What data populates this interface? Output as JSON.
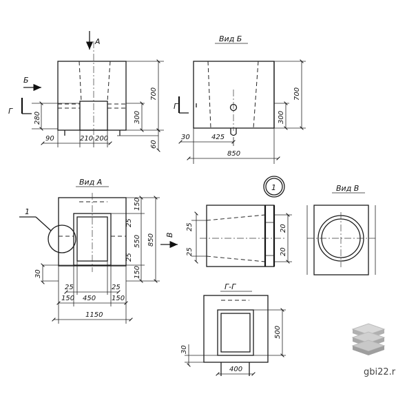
{
  "views": {
    "view_b_title": "Вид Б",
    "view_a_title": "Вид А",
    "view_v_title": "Вид В",
    "section_title": "Г-Г",
    "detail_marker": "1"
  },
  "arrows": {
    "a": "А",
    "b": "Б",
    "v": "В",
    "g_left": "Г",
    "g_right": "Г",
    "callout": "1"
  },
  "dims": {
    "top_left": {
      "d90": "90",
      "d210": "210",
      "d200": "200",
      "d280": "280",
      "d700": "700",
      "d300": "300",
      "d60": "60"
    },
    "top_right": {
      "d30": "30",
      "d425": "425",
      "d850": "850",
      "d700": "700",
      "d300": "300"
    },
    "view_a": {
      "d150a": "150",
      "d550": "550",
      "d150b": "150",
      "d25a": "25",
      "d25b": "25",
      "d850": "850",
      "d30": "30",
      "d25c": "25",
      "d25d": "25",
      "d150c": "150",
      "d450": "450",
      "d150d": "150",
      "d1150": "1150"
    },
    "detail": {
      "d25a": "25",
      "d25b": "25",
      "d20a": "20",
      "d20b": "20"
    },
    "section": {
      "d500": "500",
      "d30": "30",
      "d400": "400"
    }
  },
  "branding": {
    "site": "gbi22.ru"
  }
}
